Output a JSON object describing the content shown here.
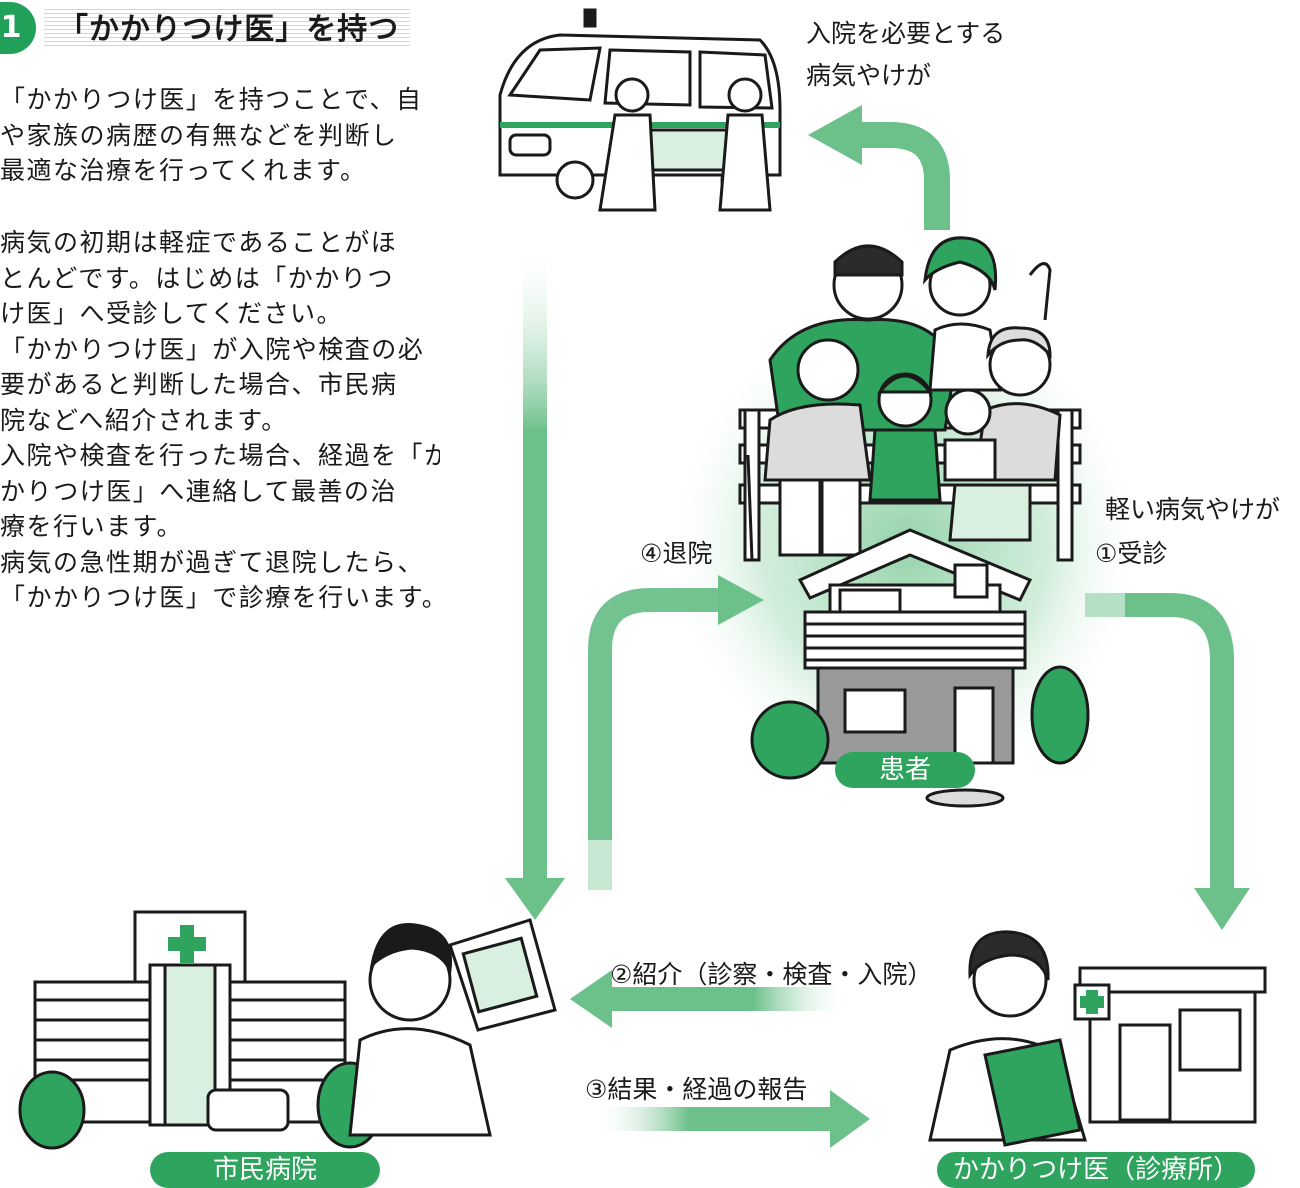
{
  "section": {
    "number": "1",
    "title": "「かかりつけ医」を持つ"
  },
  "paragraph1": [
    "「かかりつけ医」を持つことで、自",
    "や家族の病歴の有無などを判断し",
    "最適な治療を行ってくれます。"
  ],
  "paragraph2": [
    "病気の初期は軽症であることがほ",
    "とんどです。はじめは「かかりつ",
    "け医」へ受診してください。",
    "「かかりつけ医」が入院や検査の必",
    "要があると判断した場合、市民病",
    "院などへ紹介されます。",
    "入院や検査を行った場合、経過を「か",
    "かりつけ医」へ連絡して最善の治",
    "療を行います。",
    "病気の急性期が過ぎて退院したら、",
    "「かかりつけ医」で診療を行います。"
  ],
  "diagram": {
    "hospitalization_label": [
      "入院を必要とする",
      "病気やけが"
    ],
    "minor_label": "軽い病気やけが",
    "step1": "①受診",
    "step2": "②紹介（診察・検査・入院）",
    "step3": "③結果・経過の報告",
    "step4": "④退院",
    "patient": "患者",
    "city_hospital": "市民病院",
    "family_doctor": "かかりつけ医（診療所）"
  },
  "colors": {
    "accent": "#21a05a",
    "arrow": "#6cc08a",
    "glow": "#bfe6cc"
  }
}
